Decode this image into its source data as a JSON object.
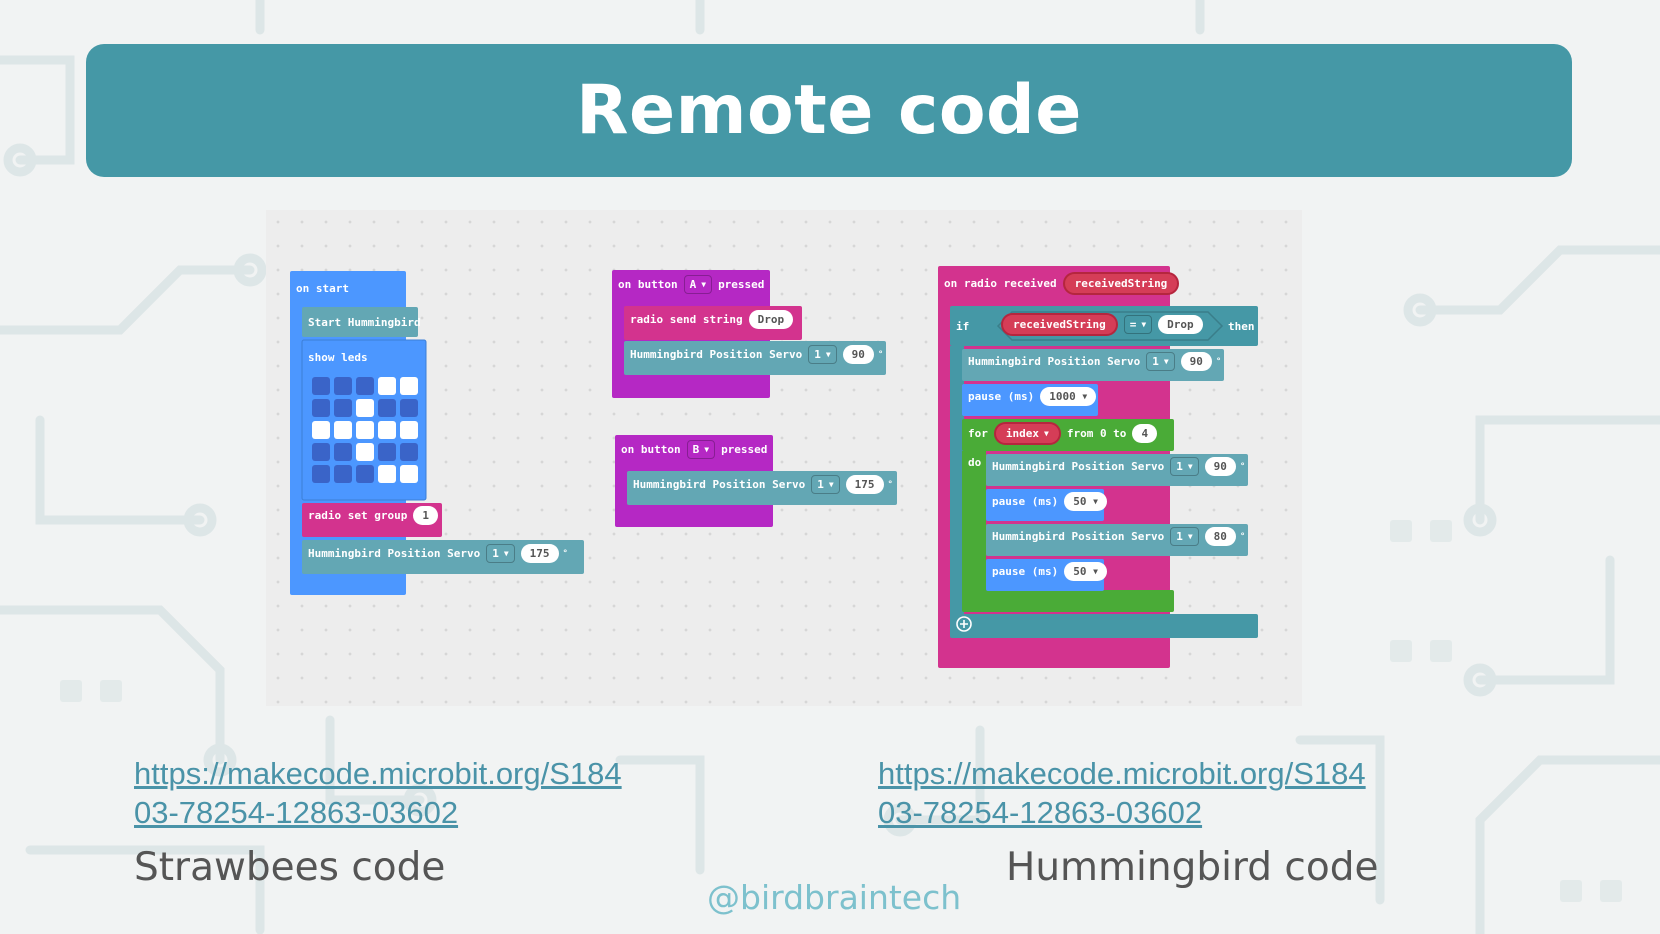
{
  "slide": {
    "title": "Remote code",
    "handle": "@birdbraintech"
  },
  "colors": {
    "banner": "#4598a6",
    "background": "#f1f3f3",
    "block_blue": "#4c97ff",
    "block_teal": "#63a7b4",
    "block_magenta": "#b528c4",
    "block_pink": "#d3338e",
    "block_green": "#4aab37",
    "variable_red": "#d53d57",
    "link": "#4a93a8"
  },
  "code": {
    "on_start": {
      "header": "on start",
      "start_hummingbird": "Start Hummingbird",
      "show_leds": "show leds",
      "leds": [
        [
          0,
          0,
          0,
          1,
          1
        ],
        [
          0,
          0,
          1,
          0,
          0
        ],
        [
          1,
          1,
          1,
          1,
          1
        ],
        [
          0,
          0,
          1,
          0,
          0
        ],
        [
          0,
          0,
          0,
          1,
          1
        ]
      ],
      "radio_set_group": "radio set group",
      "group_value": "1",
      "servo_label": "Hummingbird Position Servo",
      "servo_port": "1",
      "servo_angle": "175",
      "degree": "°"
    },
    "button_a": {
      "header_prefix": "on button",
      "button": "A",
      "header_suffix": "pressed",
      "send_label": "radio send string",
      "send_value": "Drop",
      "servo_label": "Hummingbird Position Servo",
      "servo_port": "1",
      "servo_angle": "90",
      "degree": "°"
    },
    "button_b": {
      "header_prefix": "on button",
      "button": "B",
      "header_suffix": "pressed",
      "servo_label": "Hummingbird Position Servo",
      "servo_port": "1",
      "servo_angle": "175",
      "degree": "°"
    },
    "radio_received": {
      "header": "on radio received",
      "variable": "receivedString",
      "if_label": "if",
      "compare_var": "receivedString",
      "operator": "=",
      "compare_value": "Drop",
      "then_label": "then",
      "servo1_label": "Hummingbird Position Servo",
      "servo1_port": "1",
      "servo1_angle": "90",
      "pause1_label": "pause (ms)",
      "pause1_value": "1000",
      "for_label": "for",
      "for_var": "index",
      "from_label": "from 0 to",
      "for_to": "4",
      "do_label": "do",
      "servo2_label": "Hummingbird Position Servo",
      "servo2_port": "1",
      "servo2_angle": "90",
      "pause2_label": "pause (ms)",
      "pause2_value": "50",
      "servo3_label": "Hummingbird Position Servo",
      "servo3_port": "1",
      "servo3_angle": "80",
      "pause3_label": "pause (ms)",
      "pause3_value": "50",
      "degree": "°"
    }
  },
  "links": {
    "left": {
      "line1": "https://makecode.microbit.org/S184",
      "line2": "03-78254-12863-03602",
      "caption": "Strawbees code"
    },
    "right": {
      "line1": "https://makecode.microbit.org/S184",
      "line2": "03-78254-12863-03602",
      "caption": "Hummingbird code"
    }
  }
}
